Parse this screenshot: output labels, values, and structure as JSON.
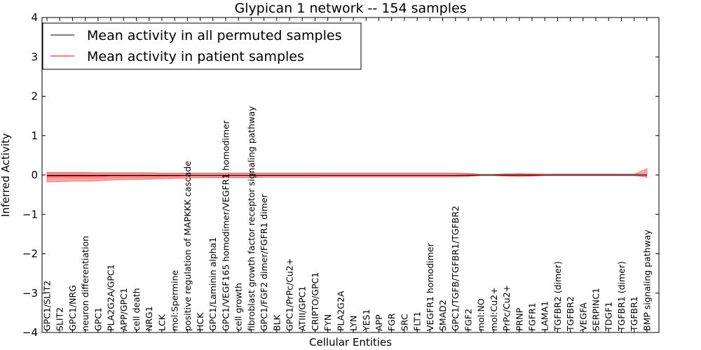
{
  "chart_data": {
    "type": "line",
    "title": "Glypican 1 network -- 154 samples",
    "xlabel": "Cellular Entities",
    "ylabel": "Inferred Activity",
    "ylim": [
      -4,
      4
    ],
    "yticks": [
      "−4",
      "−3",
      "−2",
      "−1",
      "0",
      "1",
      "2",
      "3",
      "4"
    ],
    "legend_position": "top-left",
    "categories": [
      "GPC1/SLIT2",
      "SLIT2",
      "GPC1/NRG",
      "neuron differentiation",
      "GPC1",
      "PLA2G2A/GPC1",
      "APP/GPC1",
      "cell death",
      "NRG1",
      "LCK",
      "mol:Spermine",
      "positive regulation of MAPKKK cascade",
      "HCK",
      "GPC1/Laminin alpha1",
      "GPC1/VEGF165 homodimer/VEGFR1 homodimer",
      "cell growth",
      "fibroblast growth factor receptor signaling pathway",
      "GPC1/FGF2 dimer/FGFR1 dimer",
      "BLK",
      "GPC1/PrPc/Cu2+",
      "ATIII/GPC1",
      "CRIPTO/GPC1",
      "FYN",
      "PLA2G2A",
      "LYN",
      "YES1",
      "APP",
      "FGR",
      "SRC",
      "FLT1",
      "VEGFR1 homodimer",
      "SMAD2",
      "GPC1/TGFB/TGFBR1/TGFBR2",
      "FGF2",
      "mol:NO",
      "mol:Cu2+",
      "PrPc/Cu2+",
      "PRNP",
      "FGFR1",
      "LAMA1",
      "TGFBR2 (dimer)",
      "TGFBR2",
      "VEGFA",
      "SERPINC1",
      "TDGF1",
      "TGFBR1 (dimer)",
      "TGFBR1",
      "BMP signaling pathway"
    ],
    "series": [
      {
        "name": "Mean activity in all permuted samples",
        "color": "#000000",
        "values": [
          -0.01,
          -0.01,
          -0.01,
          -0.01,
          -0.01,
          -0.01,
          -0.01,
          -0.01,
          -0.01,
          -0.01,
          -0.01,
          -0.01,
          -0.01,
          -0.01,
          -0.01,
          -0.01,
          -0.01,
          -0.01,
          -0.01,
          -0.01,
          -0.01,
          -0.01,
          -0.01,
          -0.01,
          -0.01,
          -0.01,
          -0.01,
          -0.01,
          -0.01,
          -0.01,
          -0.01,
          -0.01,
          -0.01,
          -0.01,
          0.0,
          0.0,
          0.0,
          0.0,
          0.0,
          0.0,
          0.0,
          0.0,
          0.0,
          0.0,
          0.0,
          0.0,
          0.0,
          0.0
        ],
        "band": {
          "color": "#b0b0b0",
          "lower": [
            -0.08,
            -0.08,
            -0.08,
            -0.08,
            -0.08,
            -0.08,
            -0.07,
            -0.07,
            -0.07,
            -0.06,
            -0.06,
            -0.05,
            -0.05,
            -0.05,
            -0.05,
            -0.05,
            -0.05,
            -0.04,
            -0.04,
            -0.04,
            -0.04,
            -0.04,
            -0.04,
            -0.04,
            -0.04,
            -0.04,
            -0.04,
            -0.04,
            -0.04,
            -0.04,
            -0.04,
            -0.04,
            -0.04,
            -0.04,
            -0.03,
            -0.03,
            -0.03,
            -0.03,
            -0.03,
            -0.03,
            -0.03,
            -0.03,
            -0.03,
            -0.03,
            -0.03,
            -0.03,
            -0.03,
            -0.03
          ],
          "upper": [
            0.05,
            0.05,
            0.05,
            0.05,
            0.05,
            0.05,
            0.05,
            0.05,
            0.05,
            0.05,
            0.05,
            0.05,
            0.05,
            0.05,
            0.05,
            0.05,
            0.05,
            0.05,
            0.05,
            0.05,
            0.05,
            0.05,
            0.05,
            0.05,
            0.05,
            0.05,
            0.05,
            0.05,
            0.05,
            0.05,
            0.05,
            0.05,
            0.05,
            0.05,
            0.03,
            0.03,
            0.03,
            0.03,
            0.03,
            0.03,
            0.03,
            0.03,
            0.03,
            0.03,
            0.03,
            0.03,
            0.03,
            0.03
          ]
        }
      },
      {
        "name": "Mean activity in patient samples",
        "color": "#ff0000",
        "values": [
          -0.03,
          -0.03,
          -0.03,
          -0.03,
          -0.03,
          -0.02,
          -0.02,
          -0.02,
          -0.02,
          -0.02,
          -0.02,
          -0.01,
          -0.01,
          -0.01,
          -0.01,
          -0.01,
          -0.01,
          -0.01,
          -0.01,
          -0.01,
          -0.01,
          -0.01,
          -0.01,
          -0.01,
          -0.01,
          -0.01,
          -0.01,
          -0.01,
          -0.01,
          -0.01,
          -0.01,
          -0.01,
          -0.01,
          0.0,
          0.0,
          0.0,
          -0.01,
          -0.01,
          -0.01,
          0.0,
          0.0,
          0.0,
          0.0,
          0.0,
          0.0,
          0.0,
          0.0,
          0.0
        ],
        "band": {
          "color": "#ff0000",
          "lower": [
            -0.18,
            -0.17,
            -0.16,
            -0.16,
            -0.15,
            -0.13,
            -0.12,
            -0.12,
            -0.11,
            -0.1,
            -0.09,
            -0.08,
            -0.07,
            -0.07,
            -0.07,
            -0.07,
            -0.07,
            -0.06,
            -0.06,
            -0.06,
            -0.06,
            -0.06,
            -0.05,
            -0.05,
            -0.05,
            -0.05,
            -0.05,
            -0.05,
            -0.05,
            -0.05,
            -0.05,
            -0.05,
            -0.05,
            -0.04,
            -0.01,
            -0.01,
            -0.03,
            -0.04,
            -0.03,
            -0.01,
            -0.01,
            -0.01,
            -0.01,
            -0.01,
            -0.01,
            -0.01,
            -0.01,
            -0.06
          ],
          "upper": [
            0.07,
            0.07,
            0.07,
            0.07,
            0.06,
            0.06,
            0.06,
            0.06,
            0.06,
            0.05,
            0.05,
            0.05,
            0.05,
            0.05,
            0.05,
            0.05,
            0.05,
            0.05,
            0.05,
            0.05,
            0.05,
            0.05,
            0.05,
            0.05,
            0.05,
            0.05,
            0.05,
            0.05,
            0.05,
            0.05,
            0.05,
            0.05,
            0.05,
            0.04,
            0.01,
            0.01,
            0.03,
            0.04,
            0.03,
            0.02,
            0.02,
            0.02,
            0.02,
            0.02,
            0.02,
            0.02,
            0.02,
            0.16
          ]
        }
      }
    ]
  }
}
